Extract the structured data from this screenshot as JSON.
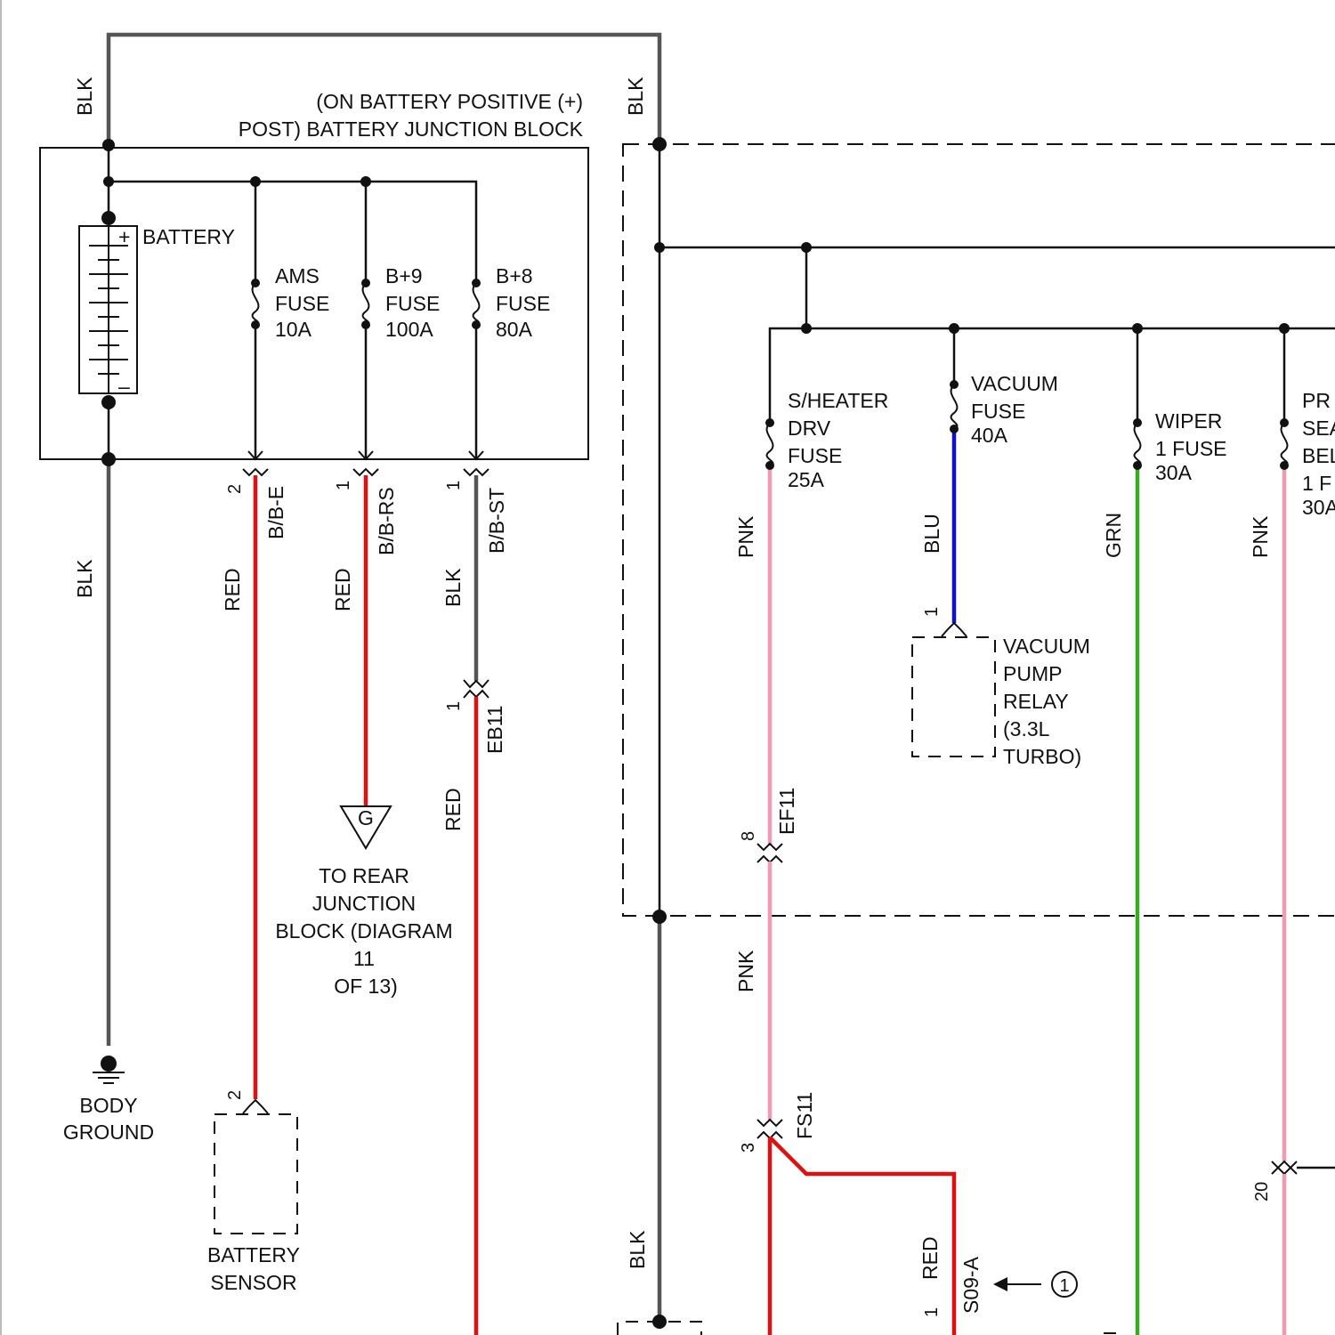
{
  "colors": {
    "BLK": "#555555",
    "RED": "#e01010",
    "PNK": "#f29ab4",
    "BLU": "#1010c8",
    "GRN": "#3aaa1e"
  },
  "labels": {
    "jb_title_1": "(ON BATTERY POSITIVE (+)",
    "jb_title_2": "POST) BATTERY JUNCTION BLOCK",
    "battery": "BATTERY",
    "battery_plus": "+",
    "battery_minus": "–",
    "ams_fuse": [
      "AMS",
      "FUSE",
      "10A"
    ],
    "bp9_fuse": [
      "B+9",
      "FUSE",
      "100A"
    ],
    "bp8_fuse": [
      "B+8",
      "FUSE",
      "80A"
    ],
    "sheater_fuse": [
      "S/HEATER",
      "DRV",
      "FUSE",
      "25A"
    ],
    "vacuum_fuse": [
      "VACUUM",
      "FUSE",
      "40A"
    ],
    "wiper_fuse": [
      "WIPER",
      "1 FUSE",
      "30A"
    ],
    "pr_fuse": [
      "PR",
      "SEA",
      "BEL",
      "1 F",
      "30A"
    ],
    "vacuum_relay": [
      "VACUUM",
      "PUMP",
      "RELAY",
      "(3.3L",
      "TURBO)"
    ],
    "rear_jb": [
      "TO REAR",
      "JUNCTION",
      "BLOCK (DIAGRAM",
      "11",
      "OF 13)"
    ],
    "rear_jb_flag": "G",
    "body_ground": [
      "BODY",
      "GROUND"
    ],
    "battery_sensor": [
      "BATTERY",
      "SENSOR"
    ],
    "circle_ref": "1"
  },
  "wire_labels": {
    "blk_top_left": "BLK",
    "blk_top_mid": "BLK",
    "blk_left": "BLK",
    "red_1": "RED",
    "red_2": "RED",
    "blk_3": "BLK",
    "red_3": "RED",
    "pnk_1": "PNK",
    "blu": "BLU",
    "grn": "GRN",
    "pnk_2": "PNK",
    "pnk_lower": "PNK",
    "blk_lower": "BLK",
    "red_lower": "RED"
  },
  "connectors": {
    "bbe": "B/B-E",
    "bbrs": "B/B-RS",
    "bbst": "B/B-ST",
    "eb11": "EB11",
    "ef11": "EF11",
    "fs11": "FS11",
    "s09a": "S09-A"
  },
  "pins": {
    "bbe": "2",
    "bbrs": "1",
    "bbst": "1",
    "eb11": "1",
    "vacuum_relay": "1",
    "ef11": "8",
    "fs11": "3",
    "battery_sensor": "2",
    "s09a": "1",
    "right_connector": "20"
  }
}
